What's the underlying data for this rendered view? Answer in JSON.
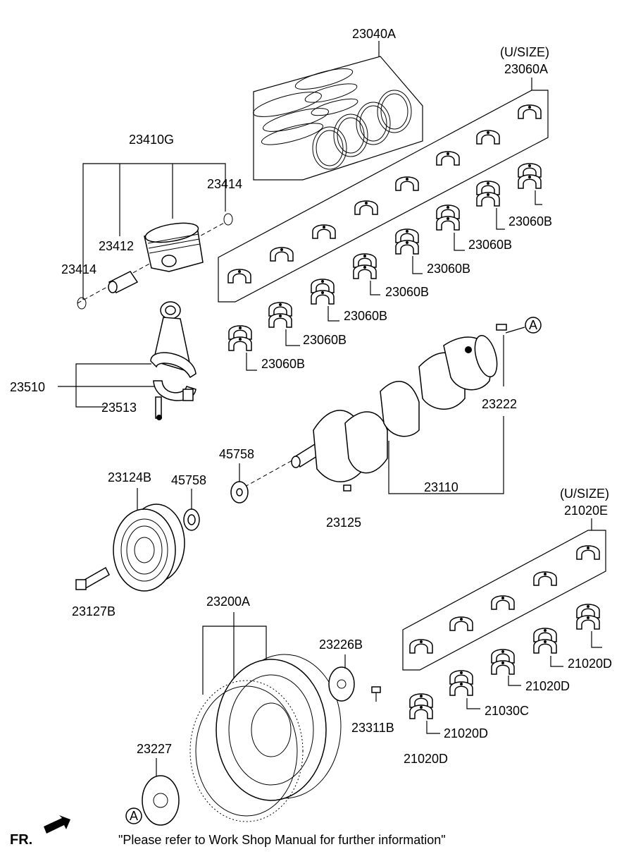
{
  "callouts": {
    "ring_set": "23040A",
    "usize_upper_note": "(U/SIZE)",
    "upper_bearing_set": "23060A",
    "piston_assy": "23410G",
    "snap_ring_right": "23414",
    "piston_pin": "23412",
    "snap_ring_left": "23414",
    "upper_bearing_b1": "23060B",
    "upper_bearing_b2": "23060B",
    "upper_bearing_b3": "23060B",
    "upper_bearing_b4": "23060B",
    "upper_bearing_b5": "23060B",
    "upper_bearing_b6": "23060B",
    "upper_bearing_b7": "23060B",
    "conrod_assy": "23510",
    "conrod_bolt": "23513",
    "crank_pin": "23222",
    "crankshaft": "23110",
    "key_upper": "45758",
    "washer": "45758",
    "damper_pulley": "23124B",
    "woodruff_key": "23125",
    "pulley_bolt": "23127B",
    "usize_lower_note": "(U/SIZE)",
    "lower_bearing_set": "21020E",
    "flywheel_assy": "23200A",
    "reinforcement_plate": "23226B",
    "flywheel_bolt": "23311B",
    "adapter_plate": "23227",
    "lower_bearing_d1": "21020D",
    "lower_bearing_d2": "21020D",
    "thrust_bearing": "21030C",
    "lower_bearing_d3": "21020D",
    "lower_bearing_d4": "21020D",
    "ref_a_top": "A",
    "ref_a_bottom": "A"
  },
  "footer": {
    "direction_label": "FR.",
    "note": "\"Please refer to Work Shop Manual for further information\""
  }
}
